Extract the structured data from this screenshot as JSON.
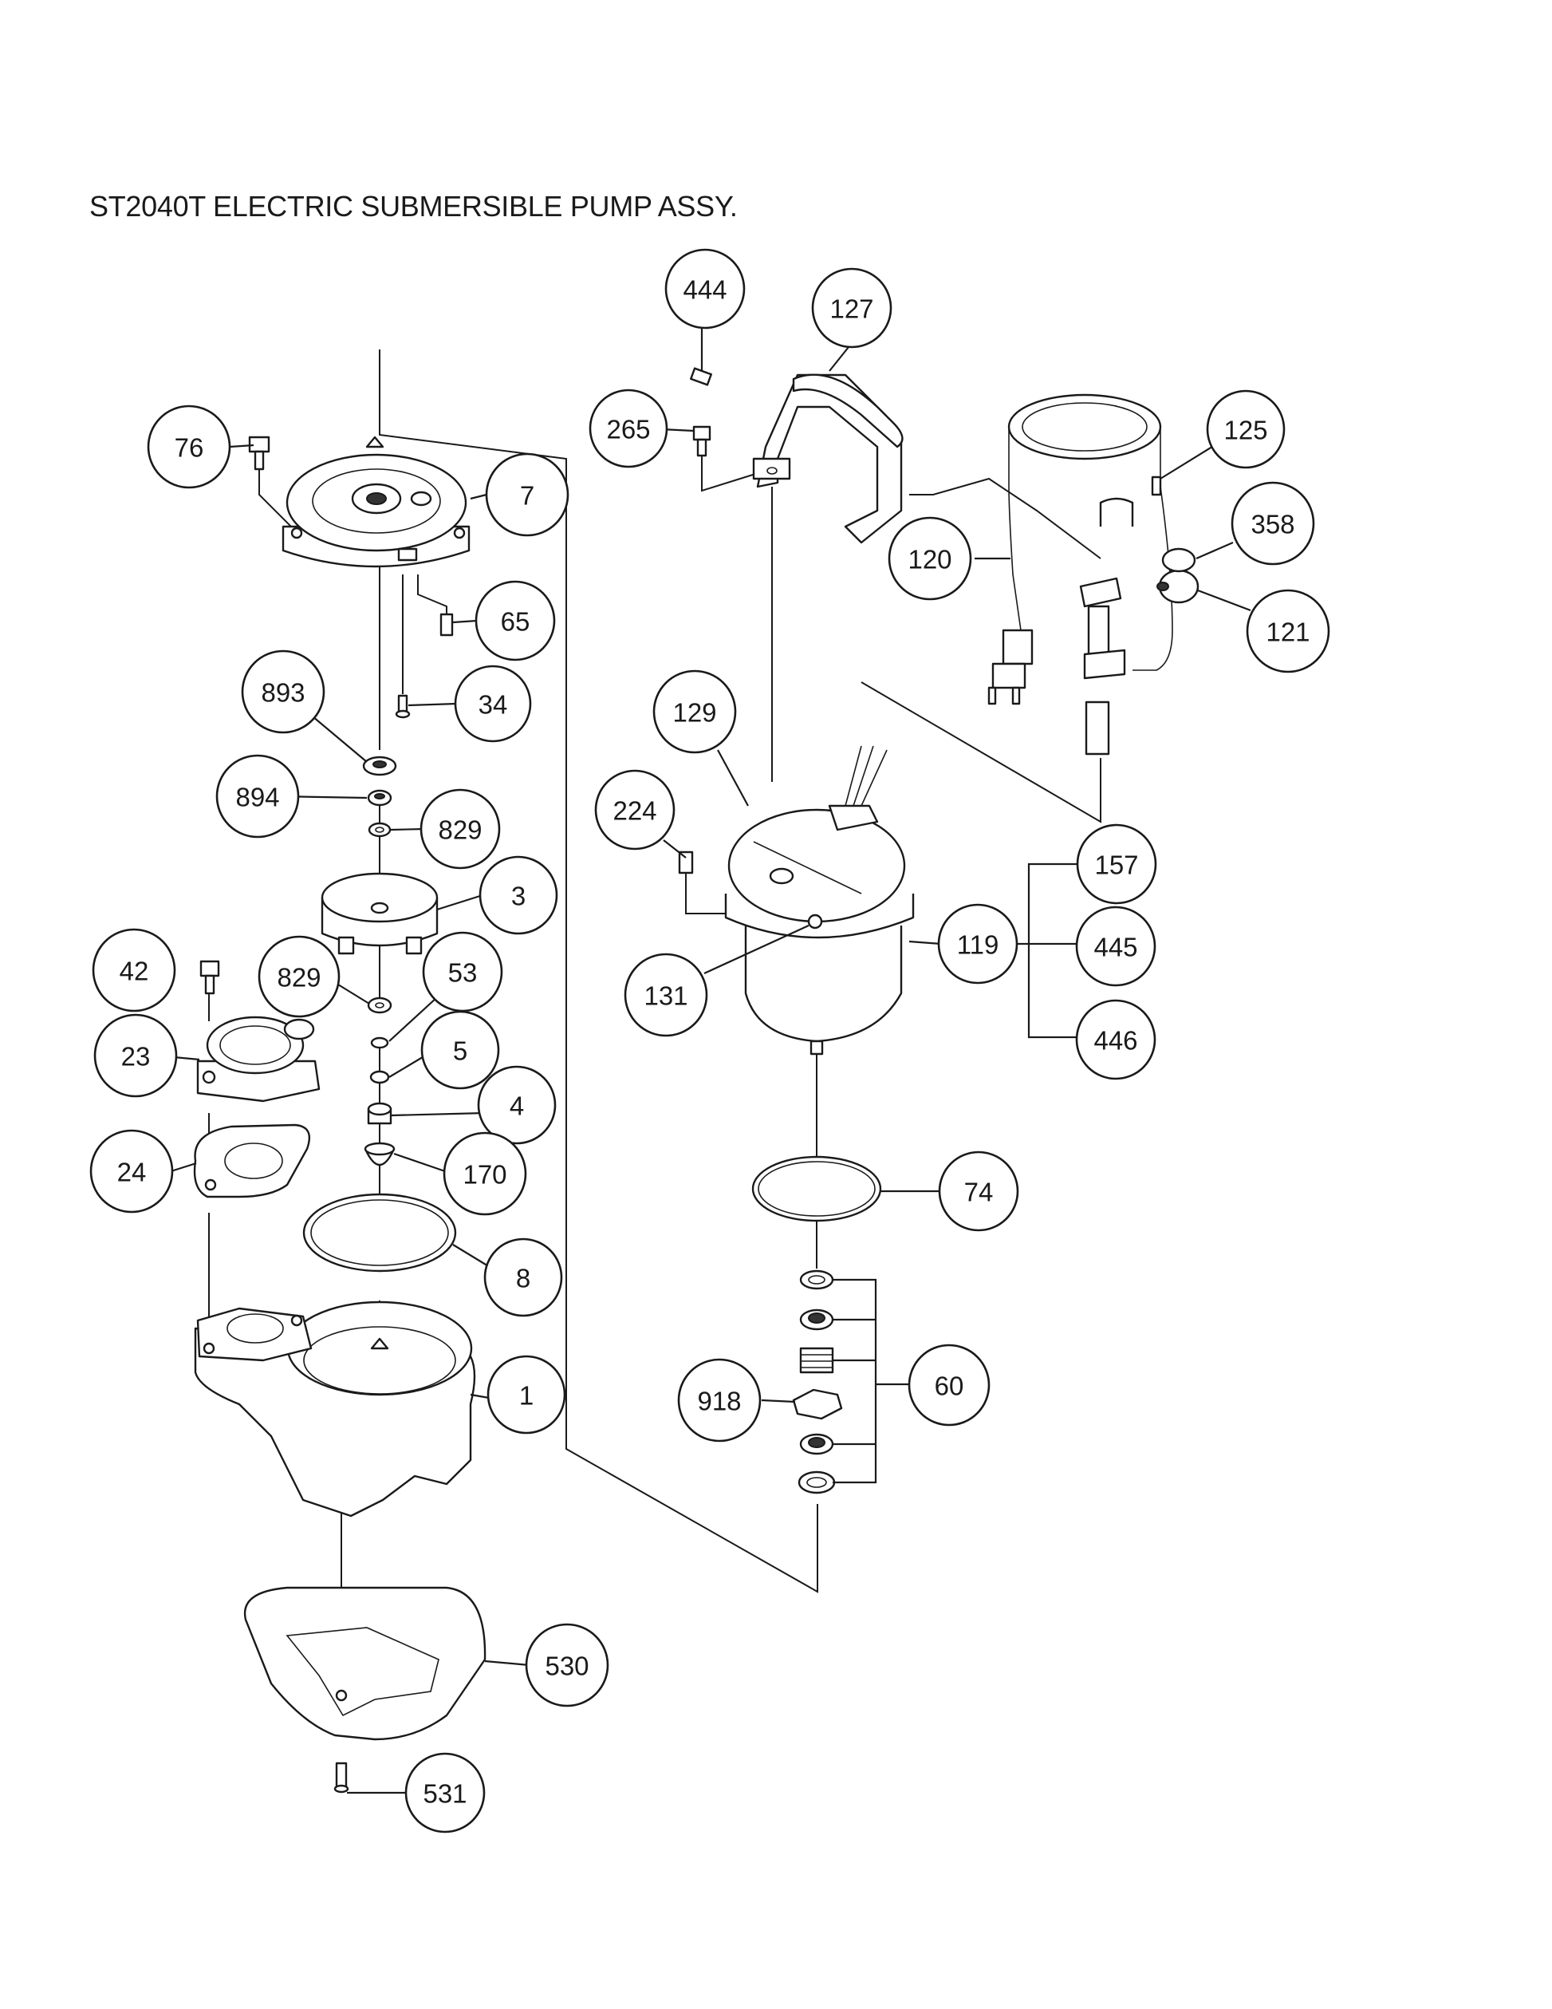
{
  "title": "ST2040T ELECTRIC SUBMERSIBLE PUMP ASSY.",
  "callouts": [
    "76",
    "7",
    "65",
    "34",
    "893",
    "894",
    "829",
    "3",
    "42",
    "829",
    "53",
    "23",
    "5",
    "4",
    "24",
    "170",
    "8",
    "1",
    "530",
    "531",
    "444",
    "127",
    "265",
    "125",
    "358",
    "120",
    "121",
    "129",
    "224",
    "157",
    "119",
    "445",
    "131",
    "446",
    "74",
    "60",
    "918"
  ]
}
